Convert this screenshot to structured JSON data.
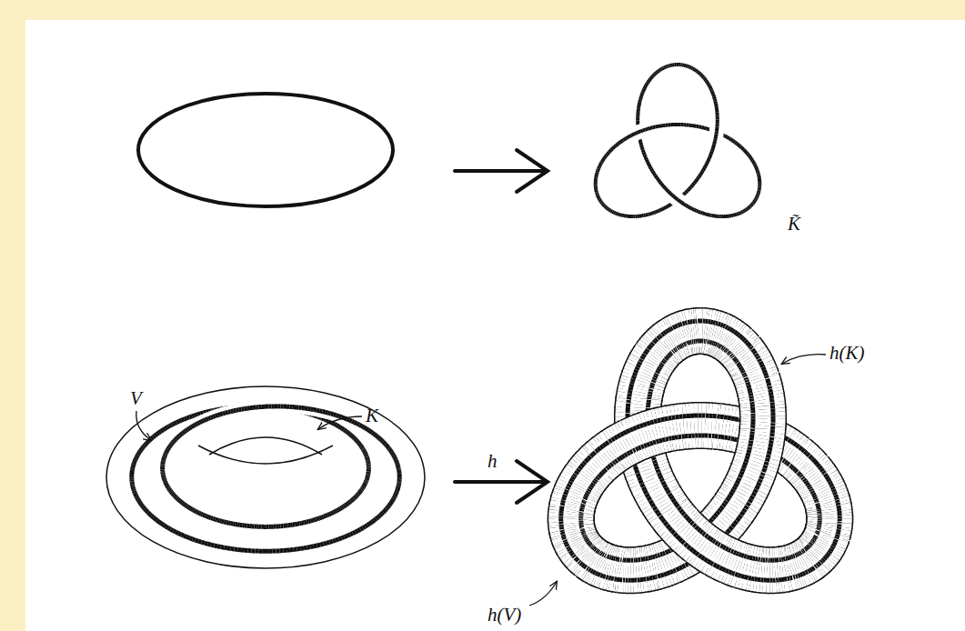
{
  "diagram": {
    "labels": [
      "K̃",
      "V",
      "K",
      "h",
      "h(K)",
      "h(V)"
    ]
  }
}
